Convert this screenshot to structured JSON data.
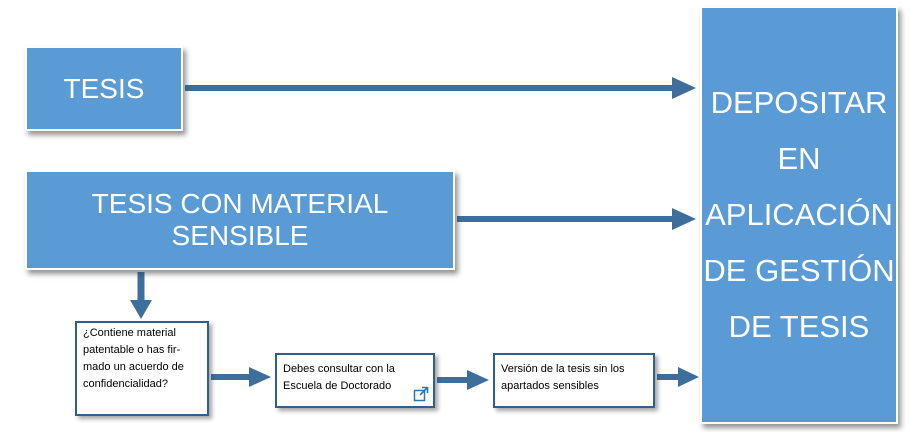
{
  "boxes": {
    "tesis": "TESIS",
    "tesis_sensible": "TESIS CON MATERIAL SENSIBLE",
    "depositar_lines": [
      "DEPOSITAR",
      "EN",
      "APLICACIÓN",
      "DE GESTIÓN",
      "DE TESIS"
    ]
  },
  "question_lines": [
    "¿Contiene material",
    "patentable o has fir-",
    "mado un acuerdo de",
    "confidencialidad?"
  ],
  "consult_lines": [
    "Debes consultar con la",
    "Escuela de Doctorado"
  ],
  "version_lines": [
    "Versión de la tesis sin los",
    "apartados sensibles"
  ],
  "icons": {
    "consult_link": "external-link-icon"
  },
  "colors": {
    "box_fill": "#5b9bd5",
    "arrow": "#3e6f9c",
    "small_border": "#2f5f8f"
  }
}
